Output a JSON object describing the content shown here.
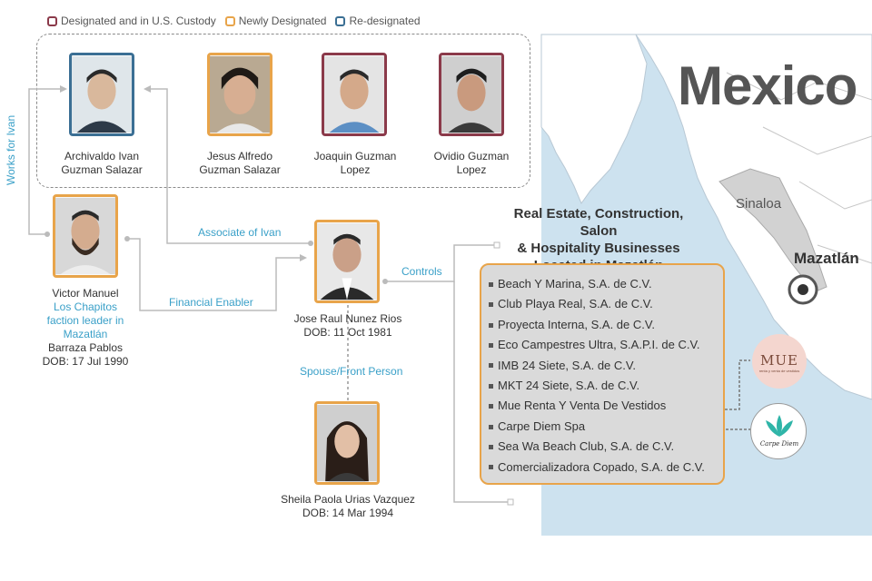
{
  "legend": [
    {
      "label": "Designated and in U.S. Custody",
      "color": "#8b3a4a"
    },
    {
      "label": "Newly Designated",
      "color": "#e8a44a"
    },
    {
      "label": "Re-designated",
      "color": "#3b6f94"
    }
  ],
  "people": {
    "archivaldo": {
      "line1": "Archivaldo Ivan",
      "line2": "Guzman Salazar"
    },
    "jesus": {
      "line1": "Jesus Alfredo",
      "line2": "Guzman Salazar"
    },
    "joaquin": {
      "line1": "Joaquin Guzman",
      "line2": "Lopez"
    },
    "ovidio": {
      "line1": "Ovidio Guzman",
      "line2": "Lopez"
    },
    "victor": {
      "line1": "Victor Manuel",
      "role1": "Los Chapitos",
      "role2": "faction leader in",
      "role3": "Mazatlán",
      "line2": "Barraza Pablos",
      "dob": "DOB: 17 Jul 1990"
    },
    "jose": {
      "line1": "Jose Raul Nunez Rios",
      "dob": "DOB: 11 Oct 1981"
    },
    "sheila": {
      "line1": "Sheila Paola Urias Vazquez",
      "dob": "DOB: 14 Mar 1994"
    }
  },
  "connections": {
    "works_for": "Works for Ivan",
    "associate": "Associate of Ivan",
    "financial": "Financial Enabler",
    "controls": "Controls",
    "spouse": "Spouse/Front Person"
  },
  "map": {
    "country": "Mexico",
    "state": "Sinaloa",
    "city": "Mazatlán",
    "sea_color": "#cde2ef",
    "land_color": "#ffffff",
    "state_color": "#d2d2d2"
  },
  "businesses": {
    "title1": "Real Estate, Construction, Salon",
    "title2": "& Hospitality Businesses",
    "title3": "Located in Mazatlán",
    "items": [
      "Beach Y Marina, S.A. de C.V.",
      "Club Playa Real, S.A. de C.V.",
      "Proyecta Interna, S.A. de C.V.",
      "Eco Campestres Ultra, S.A.P.I. de C.V.",
      "IMB 24 Siete, S.A. de C.V.",
      "MKT 24 Siete, S.A. de C.V.",
      "Mue Renta Y Venta De Vestidos",
      "Carpe Diem Spa",
      "Sea Wa Beach Club, S.A. de C.V.",
      "Comercializadora Copado, S.A. de C.V."
    ]
  },
  "logos": {
    "mue": "MUE",
    "mue_sub": "renta y venta de vestidos",
    "carpe": "Carpe Diem"
  }
}
